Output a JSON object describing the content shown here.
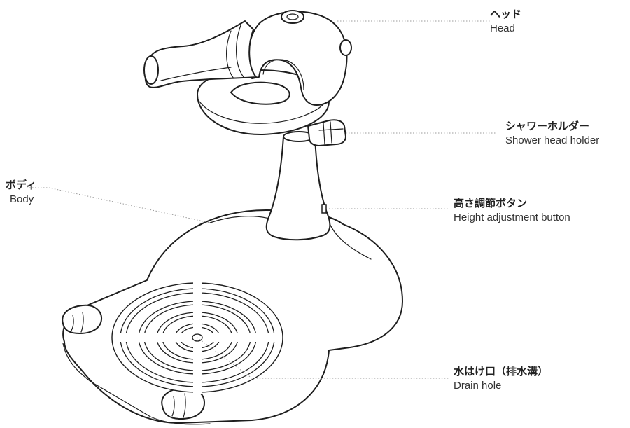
{
  "labels": {
    "head": {
      "jp": "ヘッド",
      "en": "Head"
    },
    "shower_holder": {
      "jp": "シャワーホルダー",
      "en": "Shower head holder"
    },
    "body": {
      "jp": "ボディ",
      "en": "Body"
    },
    "height_button": {
      "jp": "高さ調節ボタン",
      "en": "Height adjustment button"
    },
    "drain": {
      "jp": "水はけ口（排水溝）",
      "en": "Drain hole"
    }
  },
  "colors": {
    "line": "#1e1e1e",
    "leader": "#9a9a9a",
    "text": "#222222"
  }
}
